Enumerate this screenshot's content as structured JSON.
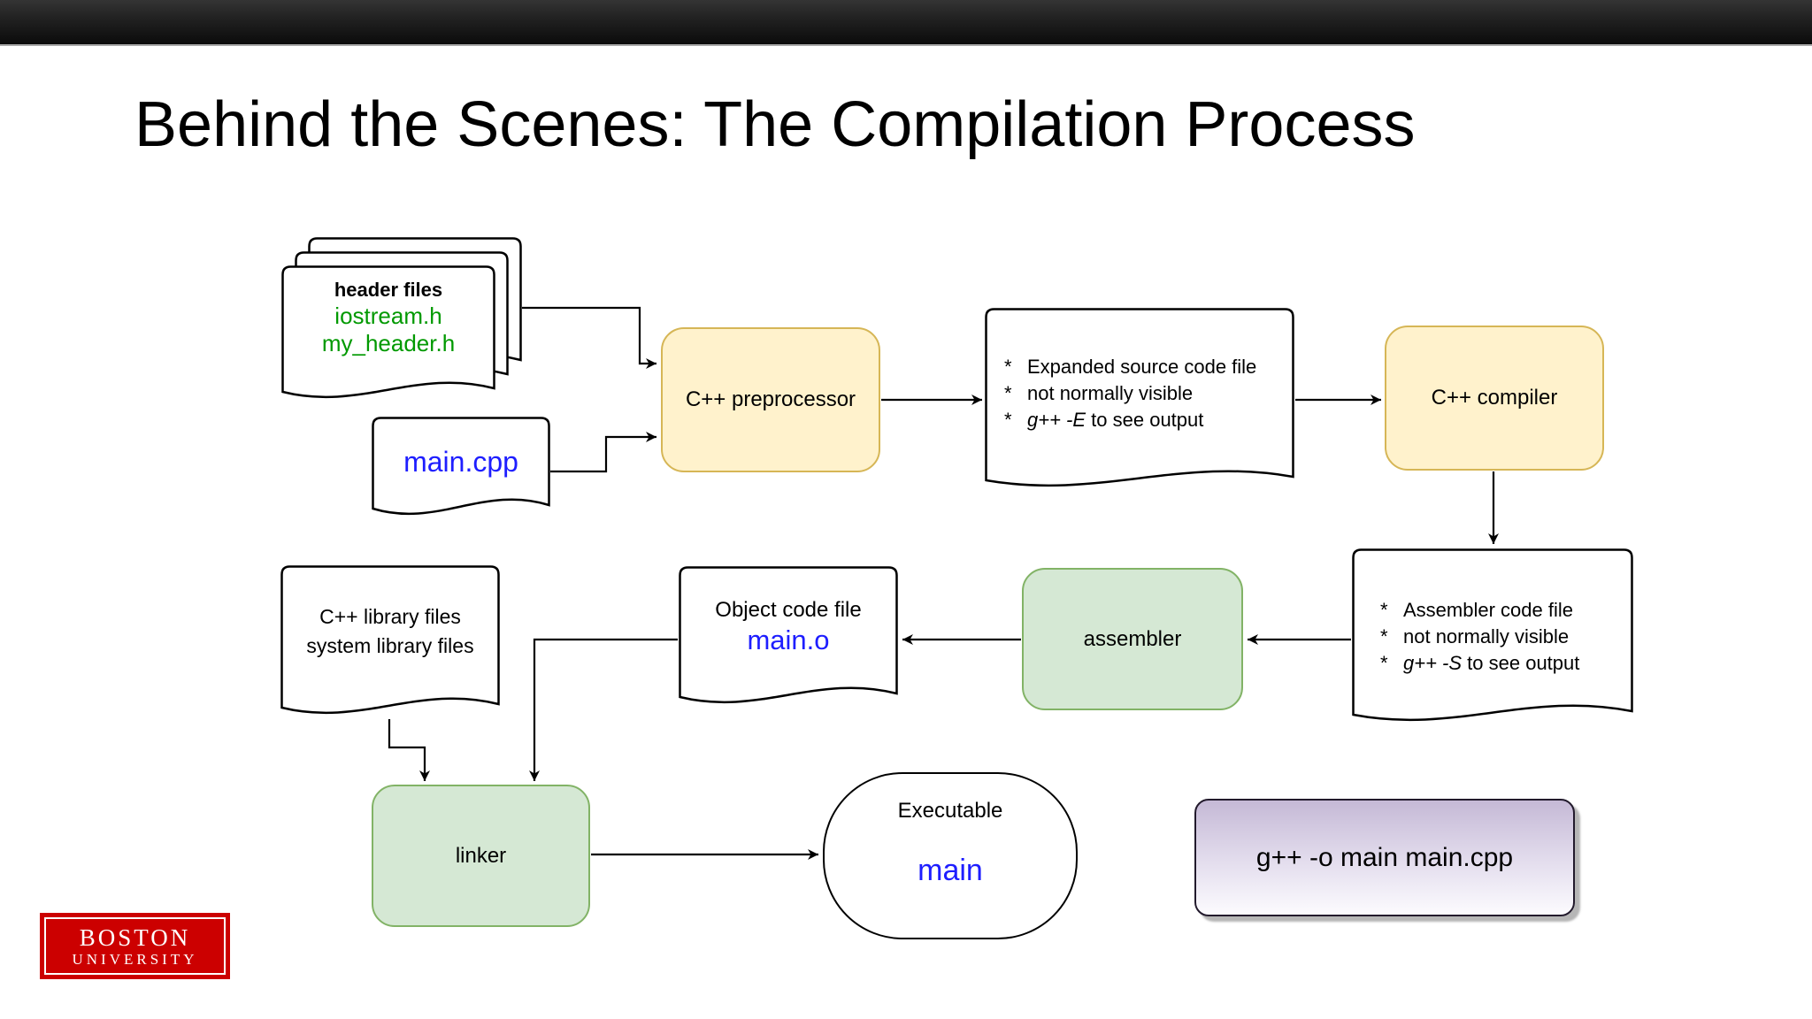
{
  "slide": {
    "title": "Behind the Scenes: The Compilation Process"
  },
  "diagram": {
    "header_stack": {
      "heading": "header files",
      "files": [
        "iostream.h",
        "my_header.h"
      ]
    },
    "main_cpp": {
      "label": "main.cpp"
    },
    "preprocessor": {
      "label": "C++ preprocessor"
    },
    "expanded_doc": {
      "bullet": "*",
      "line1": "Expanded source code file",
      "line2": "not normally visible",
      "line3_cmd": "g++ -E",
      "line3_rest": "to see output"
    },
    "compiler": {
      "label": "C++ compiler"
    },
    "assembler_doc": {
      "bullet": "*",
      "line1": "Assembler code file",
      "line2": "not normally visible",
      "line3_cmd": "g++ -S",
      "line3_rest": "to see output"
    },
    "assembler": {
      "label": "assembler"
    },
    "object_doc": {
      "heading": "Object code file",
      "file": "main.o"
    },
    "library_doc": {
      "line1": "C++ library files",
      "line2": "system library files"
    },
    "linker": {
      "label": "linker"
    },
    "executable": {
      "heading": "Executable",
      "file": "main"
    },
    "command_box": {
      "label": "g++ -o main main.cpp"
    }
  },
  "logo": {
    "line1": "BOSTON",
    "line2": "UNIVERSITY"
  },
  "colors": {
    "process_yellow_fill": "#FFF2CC",
    "process_yellow_border": "#D6B656",
    "process_green_fill": "#D5E8D4",
    "process_green_border": "#82B366",
    "file_name_green": "#009900",
    "file_name_blue": "#1E1EFF",
    "command_purple_top": "#C5B9D6",
    "logo_red": "#CC0000",
    "topbar_black": "#1A1A1A"
  }
}
